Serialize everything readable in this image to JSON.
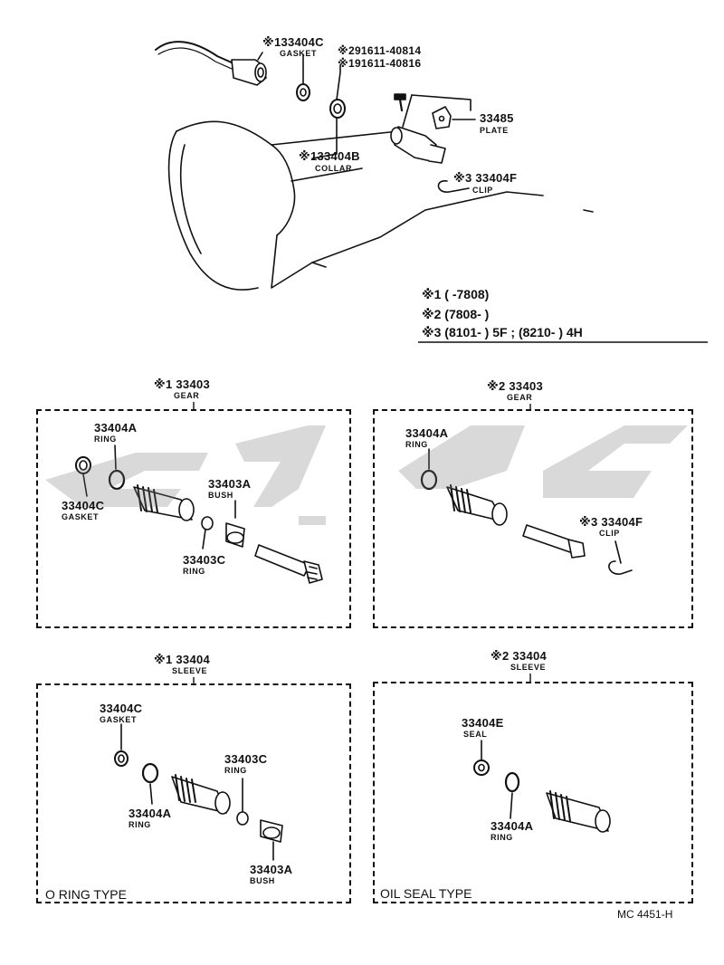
{
  "top": {
    "parts": [
      {
        "number": "33404C",
        "prefix": "※1",
        "name": "GASKET"
      },
      {
        "number": "91611-40814",
        "prefix": "※2",
        "name": ""
      },
      {
        "number": "91611-40816",
        "prefix": "※1",
        "name": ""
      },
      {
        "number": "33404B",
        "prefix": "※1",
        "name": "COLLAR"
      },
      {
        "number": "33485",
        "prefix": "",
        "name": "PLATE"
      },
      {
        "number": "33404F",
        "prefix": "※3",
        "name": "CLIP"
      }
    ]
  },
  "notes": [
    {
      "mark": "※1",
      "text": "(      -7808)"
    },
    {
      "mark": "※2",
      "text": "(7808-        )"
    },
    {
      "mark": "※3",
      "text": "(8101-        ) 5F ; (8210-        ) 4H"
    }
  ],
  "boxes": [
    {
      "header_number": "※1 33403",
      "header_name": "GEAR",
      "parts": [
        {
          "number": "33404A",
          "name": "RING"
        },
        {
          "number": "33404C",
          "name": "GASKET"
        },
        {
          "number": "33403A",
          "name": "BUSH"
        },
        {
          "number": "33403C",
          "name": "RING"
        }
      ]
    },
    {
      "header_number": "※2 33403",
      "header_name": "GEAR",
      "parts": [
        {
          "number": "33404A",
          "name": "RING"
        },
        {
          "number": "※3 33404F",
          "name": "CLIP"
        }
      ]
    },
    {
      "header_number": "※1 33404",
      "header_name": "SLEEVE",
      "label": "O RING TYPE",
      "parts": [
        {
          "number": "33404C",
          "name": "GASKET"
        },
        {
          "number": "33403C",
          "name": "RING"
        },
        {
          "number": "33404A",
          "name": "RING"
        },
        {
          "number": "33403A",
          "name": "BUSH"
        }
      ]
    },
    {
      "header_number": "※2 33404",
      "header_name": "SLEEVE",
      "label": "OIL SEAL TYPE",
      "parts": [
        {
          "number": "33404E",
          "name": "SEAL"
        },
        {
          "number": "33404A",
          "name": "RING"
        }
      ]
    }
  ],
  "footer_code": "MC 4451-H"
}
